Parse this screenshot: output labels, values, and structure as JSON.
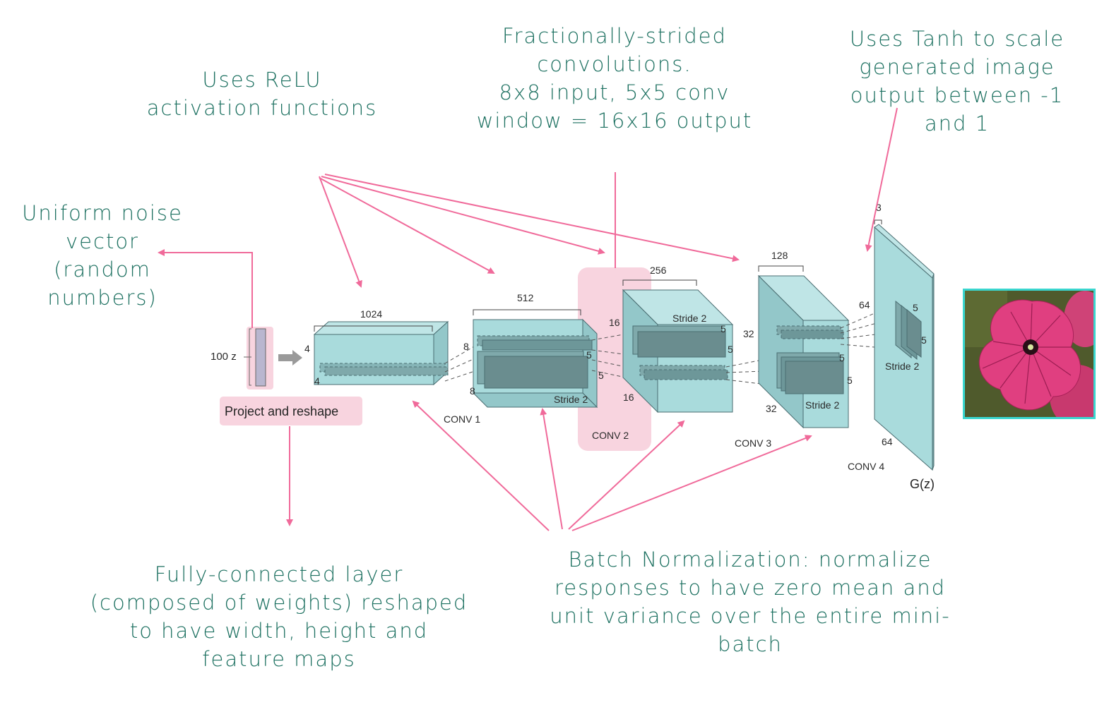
{
  "annotations": {
    "relu": "Uses ReLU\nactivation functions",
    "fractional": "Fractionally-strided\nconvolutions.\n8x8 input, 5x5 conv\nwindow = 16x16 output",
    "tanh": "Uses Tanh to scale\ngenerated image\noutput between -1\nand 1",
    "noise": "Uniform noise\nvector\n(random\nnumbers)",
    "fully_connected": "Fully-connected layer\n(composed of weights) reshaped\nto have width, height and\nfeature maps",
    "batchnorm": "Batch Normalization: normalize\nresponses to have zero mean and\nunit variance over the entire mini-\nbatch"
  },
  "diagram": {
    "input_label": "100 z",
    "project_label": "Project and reshape",
    "conv1": {
      "name": "CONV 1",
      "depth": "1024",
      "h": "4",
      "w": "4"
    },
    "block2": {
      "depth": "512",
      "h": "8",
      "w": "8",
      "kernel_a": "5",
      "kernel_b": "5",
      "stride": "Stride 2"
    },
    "conv2": {
      "name": "CONV 2"
    },
    "block3": {
      "depth": "256",
      "h": "16",
      "w": "16",
      "kernel_a": "5",
      "kernel_b": "5",
      "stride": "Stride 2"
    },
    "conv3": {
      "name": "CONV 3"
    },
    "block4": {
      "depth": "128",
      "h": "32",
      "w": "32",
      "kernel_a": "5",
      "kernel_b": "5",
      "stride": "Stride 2"
    },
    "conv4": {
      "name": "CONV 4"
    },
    "block5": {
      "depth": "3",
      "h": "64",
      "w": "64",
      "kernel_a": "5",
      "kernel_b": "5",
      "stride": "Stride 2"
    },
    "output_label": "G(z)"
  },
  "colors": {
    "annotation_text": "#1c7060",
    "arrow": "#f06a9a",
    "highlight": "#f8d4df",
    "block_fill": "#a9dbdc",
    "block_edge": "#4a6e72",
    "photo_border": "#3ad6cf"
  }
}
